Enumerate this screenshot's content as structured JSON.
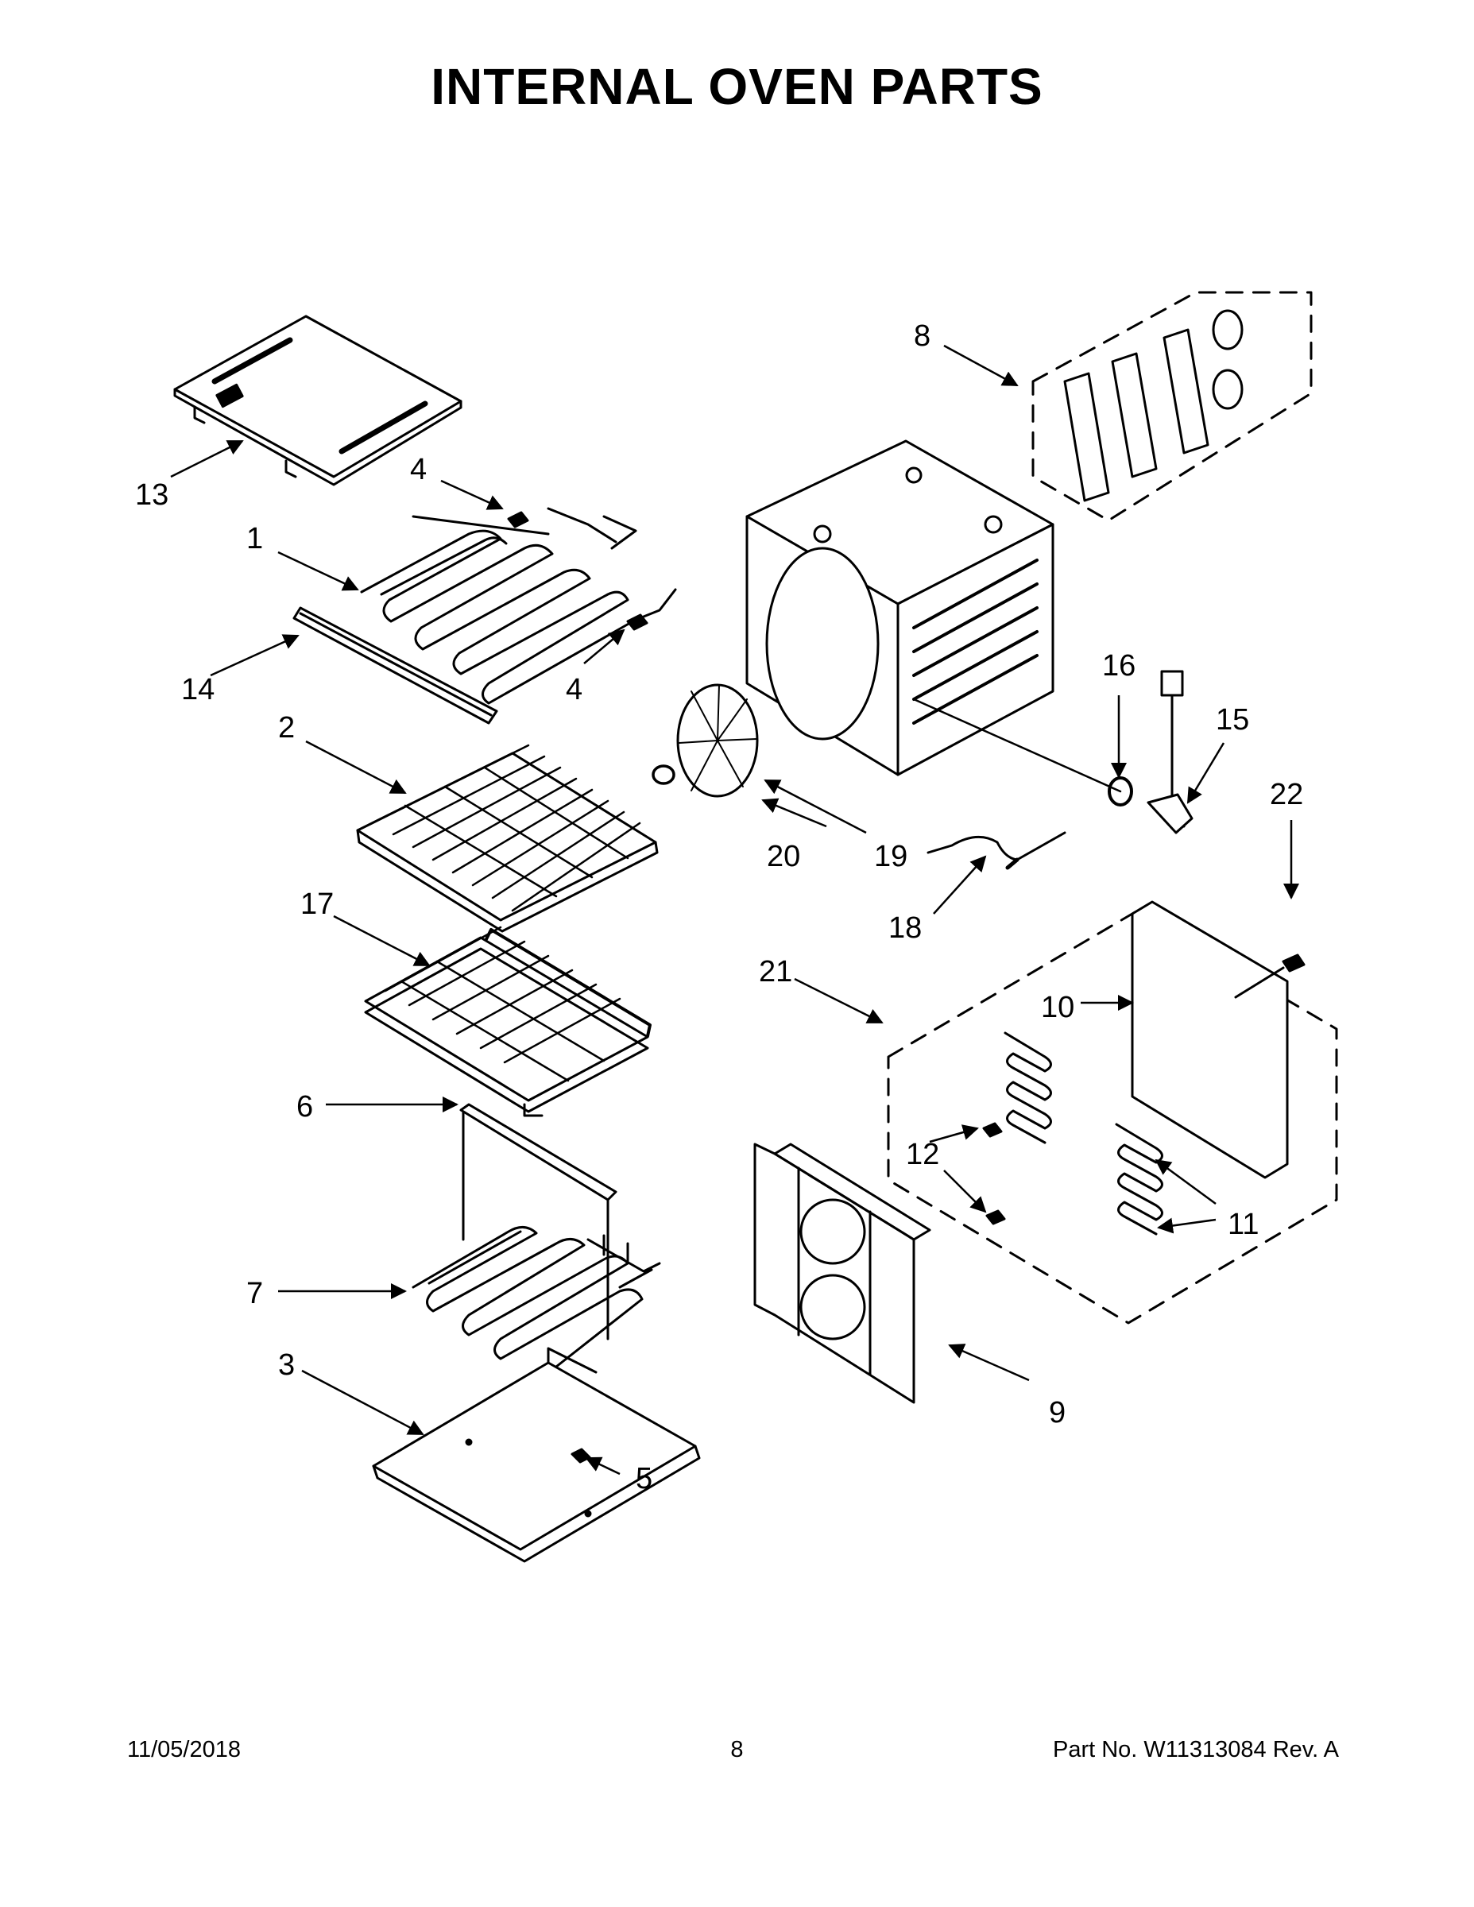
{
  "title": "INTERNAL OVEN PARTS",
  "callouts": [
    "1",
    "2",
    "3",
    "4",
    "4",
    "5",
    "6",
    "7",
    "8",
    "9",
    "10",
    "11",
    "12",
    "13",
    "14",
    "15",
    "16",
    "17",
    "18",
    "19",
    "20",
    "21",
    "22"
  ],
  "footer": {
    "date": "11/05/2018",
    "page": "8",
    "part": "Part No.  W11313084  Rev.  A"
  }
}
